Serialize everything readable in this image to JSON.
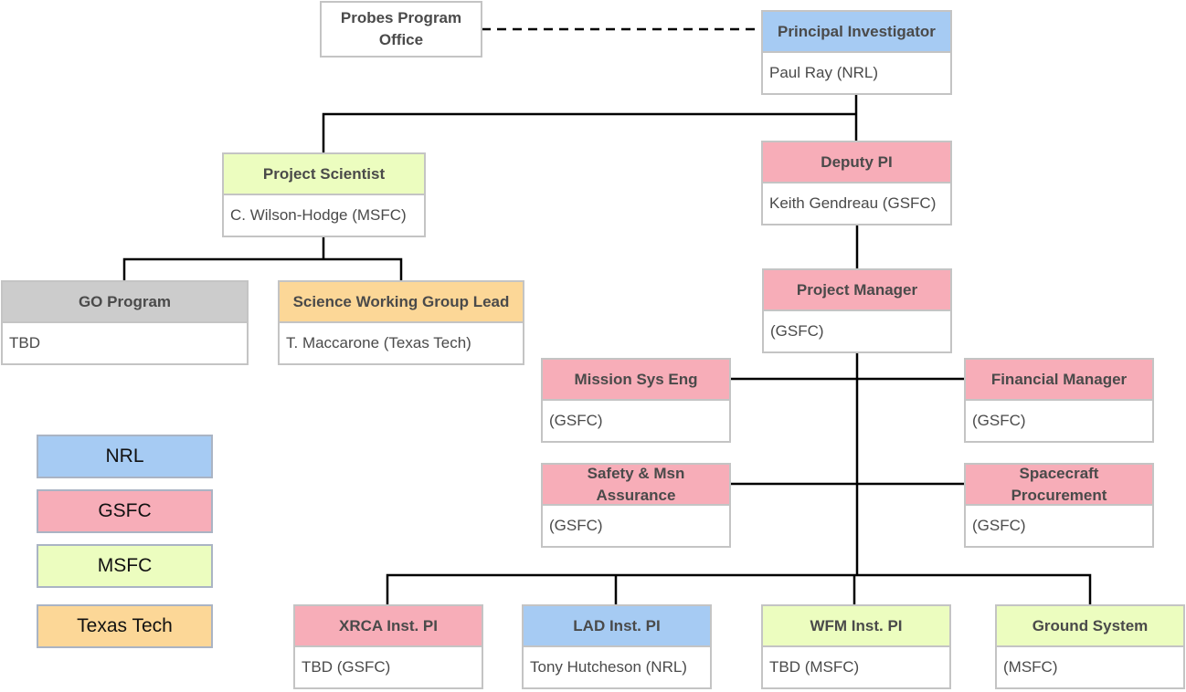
{
  "colors": {
    "NRL": "#a6cbf3",
    "GSFC": "#f7adb8",
    "MSFC": "#ecfdbf",
    "TexasTech": "#fcd797",
    "GO": "#cccccc",
    "plain": "#ffffff"
  },
  "nodes": {
    "probes": {
      "title": "Probes Program Office"
    },
    "pi": {
      "title": "Principal Investigator",
      "name": "Paul Ray (NRL)"
    },
    "project_scientist": {
      "title": "Project Scientist",
      "name": "C. Wilson-Hodge (MSFC)"
    },
    "deputy_pi": {
      "title": "Deputy PI",
      "name": "Keith Gendreau (GSFC)"
    },
    "go_program": {
      "title": "GO Program",
      "name": "TBD"
    },
    "swg_lead": {
      "title": "Science Working Group Lead",
      "name": "T. Maccarone (Texas Tech)"
    },
    "project_manager": {
      "title": "Project Manager",
      "name": "(GSFC)"
    },
    "mission_sys_eng": {
      "title": "Mission Sys Eng",
      "name": "(GSFC)"
    },
    "financial_manager": {
      "title": "Financial Manager",
      "name": "(GSFC)"
    },
    "safety": {
      "title": "Safety & Msn Assurance",
      "name": "(GSFC)"
    },
    "spacecraft": {
      "title": "Spacecraft Procurement",
      "name": "(GSFC)"
    },
    "xrca": {
      "title": "XRCA Inst. PI",
      "name": "TBD (GSFC)"
    },
    "lad": {
      "title": "LAD Inst. PI",
      "name": "Tony Hutcheson (NRL)"
    },
    "wfm": {
      "title": "WFM Inst. PI",
      "name": "TBD (MSFC)"
    },
    "ground": {
      "title": "Ground System",
      "name": "(MSFC)"
    }
  },
  "legend": [
    {
      "label": "NRL",
      "color": "#a6cbf3"
    },
    {
      "label": "GSFC",
      "color": "#f7adb8"
    },
    {
      "label": "MSFC",
      "color": "#ecfdbf"
    },
    {
      "label": "Texas Tech",
      "color": "#fcd797"
    }
  ]
}
